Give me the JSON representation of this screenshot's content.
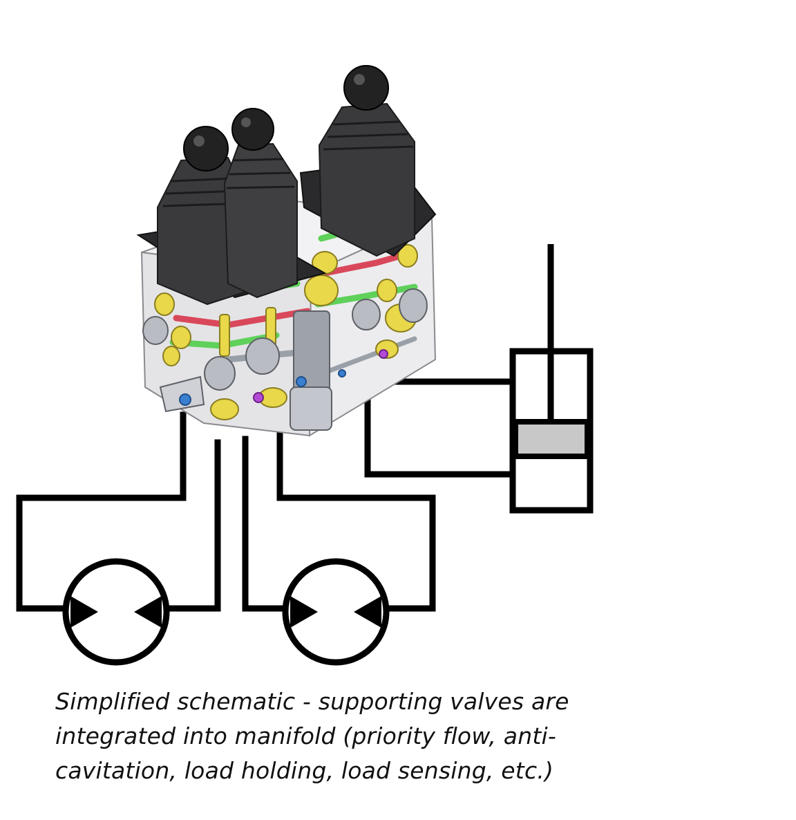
{
  "caption": {
    "lines": [
      "Simplified schematic - supporting valves are",
      "integrated into manifold (priority flow, anti-",
      "cavitation, load holding, load sensing, etc.)"
    ]
  },
  "colors": {
    "line": "#000000",
    "manifold_body": "#e6e6e8",
    "joystick_boot": "#333333",
    "joystick_knob": "#222222",
    "piston": "#c8c8c8",
    "fitting_yellow": "#e8d84a",
    "passage_red": "#d9485a",
    "passage_green": "#5fd15a",
    "fitting_blue": "#3a7fd0"
  },
  "icons": {
    "manifold": "hydraulic-manifold-block-icon",
    "joysticks": "joystick-icon",
    "motors": "hydraulic-motor-icon",
    "cylinder": "hydraulic-cylinder-icon"
  }
}
